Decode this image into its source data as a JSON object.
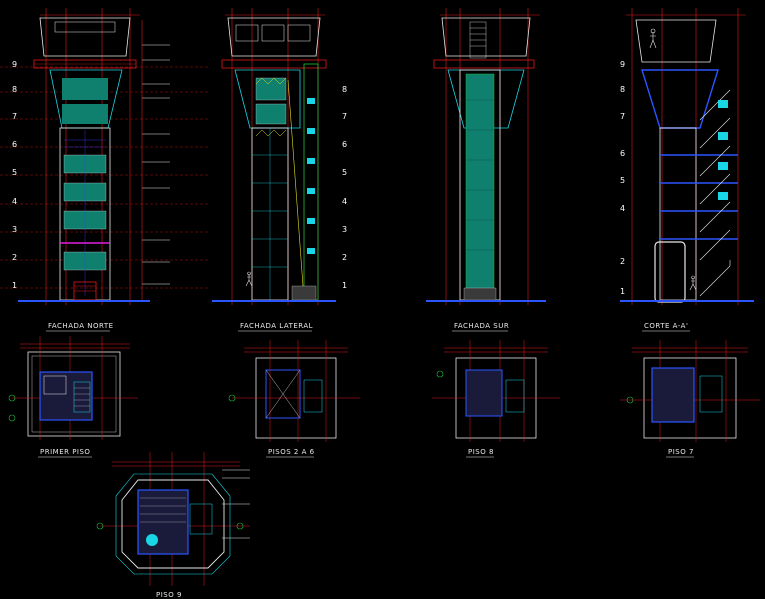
{
  "drawing": {
    "background": "#000000",
    "colors": {
      "dimension": "#e01818",
      "outline": "#e8e8e8",
      "glass": "#0f7f6e",
      "accent": "#19d6e6",
      "structure": "#2b55ff",
      "slab": "#e021e0"
    },
    "elevations": [
      {
        "id": "fachada-norte",
        "label": "FACHADA NORTE"
      },
      {
        "id": "fachada-lateral",
        "label": "FACHADA  LATERAL"
      },
      {
        "id": "fachada-sur",
        "label": "FACHADA SUR"
      },
      {
        "id": "corte",
        "label": "CORTE A-A'"
      }
    ],
    "level_numbers": [
      "9",
      "8",
      "7",
      "6",
      "5",
      "4",
      "3",
      "2",
      "1"
    ],
    "plans": [
      {
        "id": "primer-piso",
        "label": "PRIMER PISO"
      },
      {
        "id": "pisos-2-a-6",
        "label": "PISOS 2 A 6"
      },
      {
        "id": "piso-8",
        "label": "PISO 8"
      },
      {
        "id": "piso-7",
        "label": "PISO 7"
      },
      {
        "id": "piso-9",
        "label": "PISO 9"
      }
    ]
  }
}
